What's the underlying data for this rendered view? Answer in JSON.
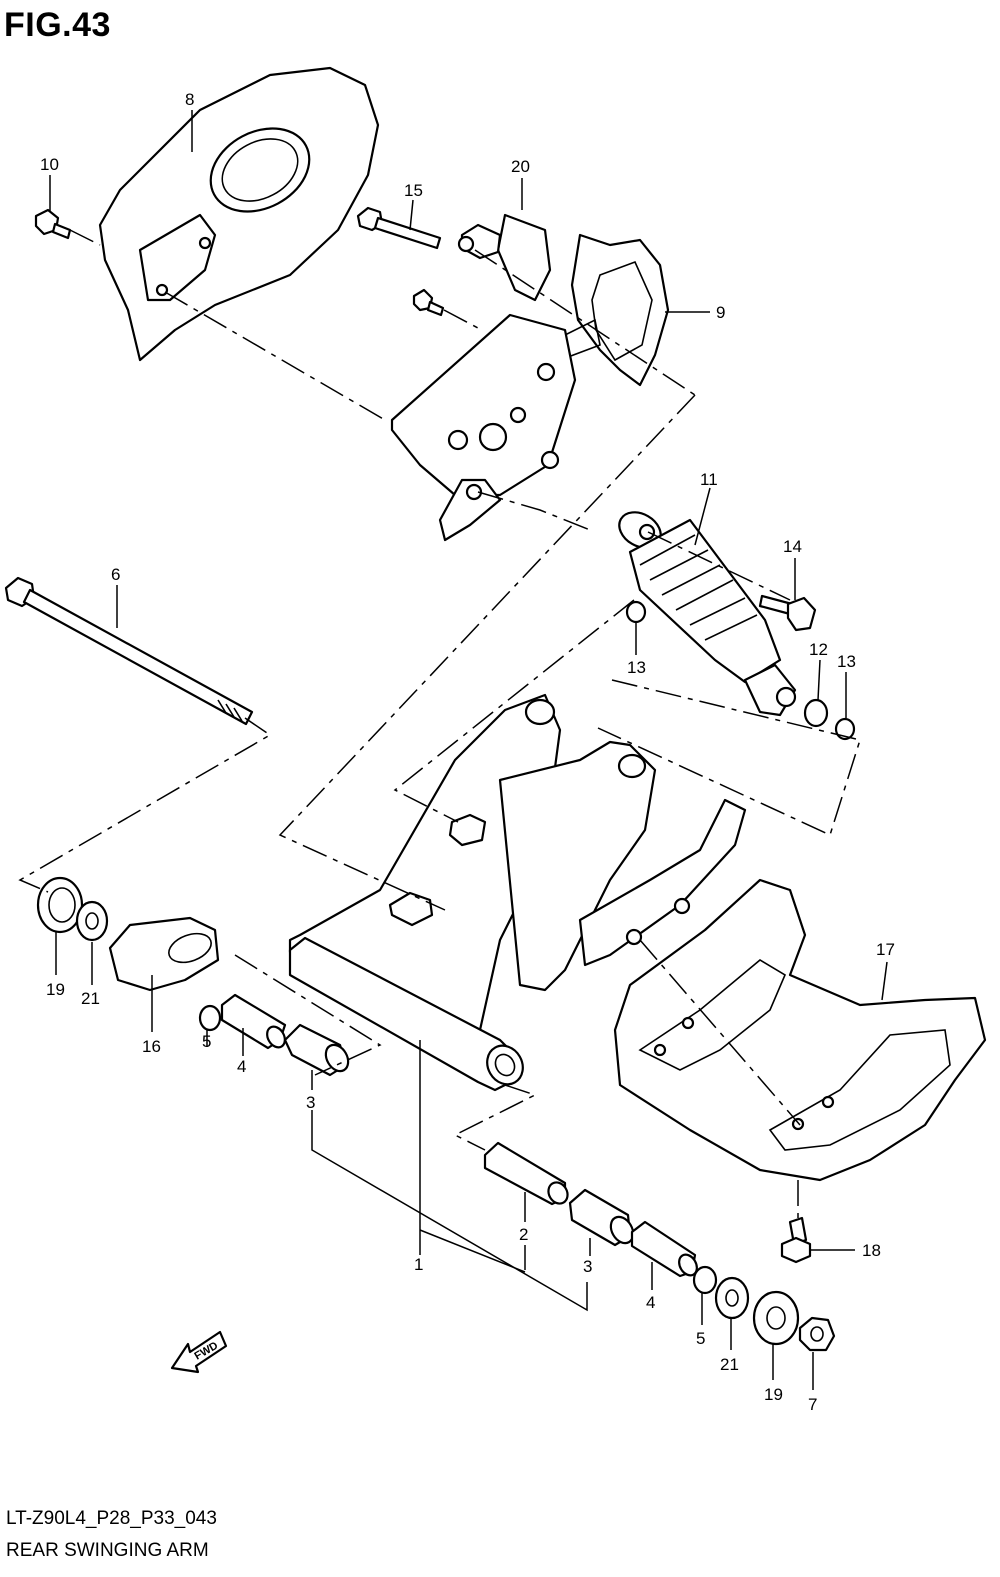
{
  "header": {
    "figure_label": "FIG.43"
  },
  "footer": {
    "model_code": "LT-Z90L4_P28_P33_043",
    "caption": "REAR SWINGING ARM"
  },
  "fwd_label": "FWD",
  "callouts": {
    "c1": "1",
    "c2": "2",
    "c3a": "3",
    "c3b": "3",
    "c4a": "4",
    "c4b": "4",
    "c5a": "5",
    "c5b": "5",
    "c6": "6",
    "c7": "7",
    "c8": "8",
    "c9": "9",
    "c10": "10",
    "c11": "11",
    "c12": "12",
    "c13a": "13",
    "c13b": "13",
    "c14": "14",
    "c15": "15",
    "c16": "16",
    "c17": "17",
    "c18": "18",
    "c19a": "19",
    "c19b": "19",
    "c20": "20",
    "c21a": "21",
    "c21b": "21"
  }
}
